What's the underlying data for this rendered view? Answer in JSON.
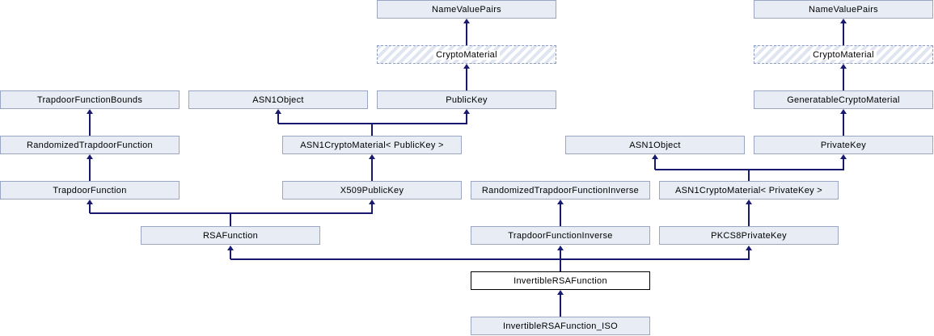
{
  "diagram": {
    "type": "class-inheritance-graph",
    "main_class": "InvertibleRSAFunction",
    "nodes": [
      {
        "label": "NameValuePairs",
        "style": "solid"
      },
      {
        "label": "NameValuePairs",
        "style": "solid"
      },
      {
        "label": "CryptoMaterial",
        "style": "dashed-hatched"
      },
      {
        "label": "CryptoMaterial",
        "style": "dashed-hatched"
      },
      {
        "label": "TrapdoorFunctionBounds",
        "style": "solid"
      },
      {
        "label": "ASN1Object",
        "style": "solid"
      },
      {
        "label": "PublicKey",
        "style": "solid"
      },
      {
        "label": "GeneratableCryptoMaterial",
        "style": "solid"
      },
      {
        "label": "RandomizedTrapdoorFunction",
        "style": "solid"
      },
      {
        "label": "ASN1CryptoMaterial< PublicKey >",
        "style": "solid"
      },
      {
        "label": "ASN1Object",
        "style": "solid"
      },
      {
        "label": "PrivateKey",
        "style": "solid"
      },
      {
        "label": "TrapdoorFunction",
        "style": "solid"
      },
      {
        "label": "X509PublicKey",
        "style": "solid"
      },
      {
        "label": "RandomizedTrapdoorFunctionInverse",
        "style": "solid"
      },
      {
        "label": "ASN1CryptoMaterial< PrivateKey >",
        "style": "solid"
      },
      {
        "label": "RSAFunction",
        "style": "solid"
      },
      {
        "label": "TrapdoorFunctionInverse",
        "style": "solid"
      },
      {
        "label": "PKCS8PrivateKey",
        "style": "solid"
      },
      {
        "label": "InvertibleRSAFunction",
        "style": "main"
      },
      {
        "label": "InvertibleRSAFunction_ISO",
        "style": "solid"
      }
    ],
    "edges": [
      {
        "from": "CryptoMaterial",
        "to": "NameValuePairs"
      },
      {
        "from": "PublicKey",
        "to": "CryptoMaterial"
      },
      {
        "from": "GeneratableCryptoMaterial",
        "to": "CryptoMaterial"
      },
      {
        "from": "PrivateKey",
        "to": "GeneratableCryptoMaterial"
      },
      {
        "from": "RandomizedTrapdoorFunction",
        "to": "TrapdoorFunctionBounds"
      },
      {
        "from": "TrapdoorFunction",
        "to": "RandomizedTrapdoorFunction"
      },
      {
        "from": "ASN1CryptoMaterial< PublicKey >",
        "to": "ASN1Object"
      },
      {
        "from": "ASN1CryptoMaterial< PublicKey >",
        "to": "PublicKey"
      },
      {
        "from": "X509PublicKey",
        "to": "ASN1CryptoMaterial< PublicKey >"
      },
      {
        "from": "ASN1CryptoMaterial< PrivateKey >",
        "to": "ASN1Object"
      },
      {
        "from": "ASN1CryptoMaterial< PrivateKey >",
        "to": "PrivateKey"
      },
      {
        "from": "PKCS8PrivateKey",
        "to": "ASN1CryptoMaterial< PrivateKey >"
      },
      {
        "from": "TrapdoorFunctionInverse",
        "to": "RandomizedTrapdoorFunctionInverse"
      },
      {
        "from": "RSAFunction",
        "to": "TrapdoorFunction"
      },
      {
        "from": "RSAFunction",
        "to": "X509PublicKey"
      },
      {
        "from": "InvertibleRSAFunction",
        "to": "RSAFunction"
      },
      {
        "from": "InvertibleRSAFunction",
        "to": "TrapdoorFunctionInverse"
      },
      {
        "from": "InvertibleRSAFunction",
        "to": "PKCS8PrivateKey"
      },
      {
        "from": "InvertibleRSAFunction_ISO",
        "to": "InvertibleRSAFunction"
      }
    ],
    "colors": {
      "node_fill": "#E8ECF5",
      "node_border": "#9AA5C4",
      "dashed_border": "#8C9CC4",
      "hatch_stripe": "#DFE5F1",
      "arrow": "#191970",
      "main_border": "#000000",
      "text": "#000000",
      "background": "#FFFFFF"
    }
  }
}
